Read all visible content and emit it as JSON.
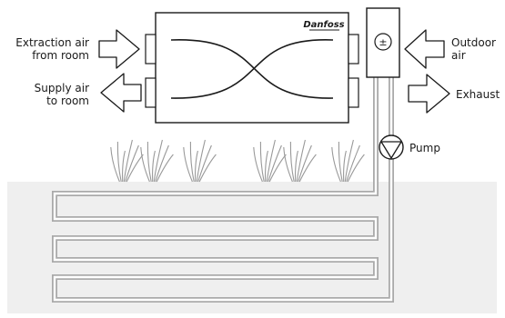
{
  "labels": {
    "extraction_line1": "Extraction air",
    "extraction_line2": "from room",
    "supply_line1": "Supply air",
    "supply_line2": "to room",
    "outdoor_line1": "Outdoor",
    "outdoor_line2": "air",
    "exhaust": "Exhaust",
    "pump": "Pump"
  },
  "brand": {
    "logo_text": "Danfoss"
  },
  "heat_exchanger_symbol": "±",
  "colors": {
    "ground": "#efefef",
    "pipe": "#aaaaaa",
    "pipe_inner": "#ffffff",
    "outline": "#1a1a1a",
    "grass": "#999999"
  }
}
